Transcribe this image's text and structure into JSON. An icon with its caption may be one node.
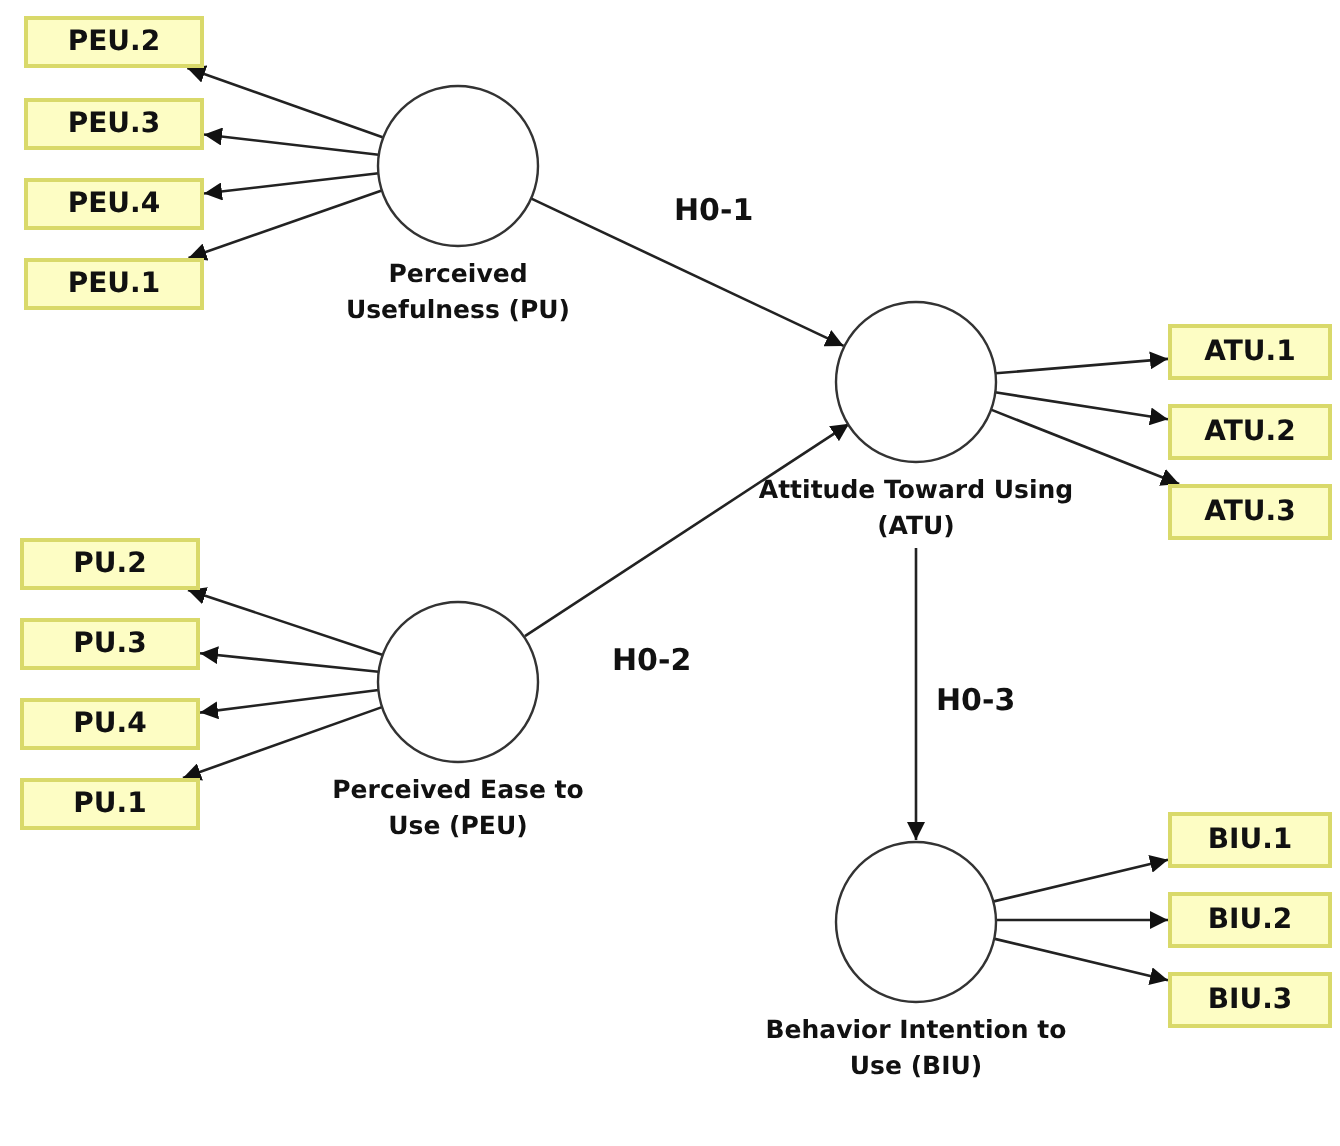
{
  "diagram": {
    "nodes": [
      {
        "text": [
          "Perceived Usefulness (PU)"
        ]
      },
      {
        "text": [
          "PEU.2"
        ]
      },
      {
        "text": [
          "PEU.3"
        ]
      },
      {
        "text": [
          "PEU.4"
        ]
      },
      {
        "text": [
          "PEU.1"
        ]
      },
      {
        "text": [
          "Perceived Ease to Use (PEU)"
        ]
      },
      {
        "text": [
          "PU.2"
        ]
      },
      {
        "text": [
          "PU.3"
        ]
      },
      {
        "text": [
          "PU.4"
        ]
      },
      {
        "text": [
          "PU.1"
        ]
      },
      {
        "text": [
          "Attitude Toward Using (ATU)"
        ]
      },
      {
        "text": [
          "ATU.1"
        ]
      },
      {
        "text": [
          "ATU.2"
        ]
      },
      {
        "text": [
          "ATU.3"
        ]
      },
      {
        "text": [
          "Behavior Intention to Use (BIU)"
        ]
      },
      {
        "text": [
          "BIU.1"
        ]
      },
      {
        "text": [
          "BIU.2"
        ]
      },
      {
        "text": [
          "BIU.3"
        ]
      }
    ],
    "edges": [
      {
        "from": 0,
        "to": 1,
        "arrow": "to"
      },
      {
        "from": 0,
        "to": 2,
        "arrow": "to"
      },
      {
        "from": 0,
        "to": 3,
        "arrow": "to"
      },
      {
        "from": 0,
        "to": 4,
        "arrow": "to"
      },
      {
        "from": 5,
        "to": 6,
        "arrow": "to"
      },
      {
        "from": 5,
        "to": 7,
        "arrow": "to"
      },
      {
        "from": 5,
        "to": 8,
        "arrow": "to"
      },
      {
        "from": 5,
        "to": 9,
        "arrow": "to"
      },
      {
        "from": 0,
        "to": 10,
        "arrow": "to",
        "label": "H0-1"
      },
      {
        "from": 5,
        "to": 10,
        "arrow": "to",
        "label": "H0-2"
      },
      {
        "from": 10,
        "to": 11,
        "arrow": "to"
      },
      {
        "from": 10,
        "to": 12,
        "arrow": "to"
      },
      {
        "from": 10,
        "to": 13,
        "arrow": "to"
      },
      {
        "from": 10,
        "to": 14,
        "arrow": "to",
        "label": "H0-3"
      },
      {
        "from": 14,
        "to": 15,
        "arrow": "to"
      },
      {
        "from": 14,
        "to": 16,
        "arrow": "to"
      },
      {
        "from": 14,
        "to": 17,
        "arrow": "to"
      }
    ]
  }
}
